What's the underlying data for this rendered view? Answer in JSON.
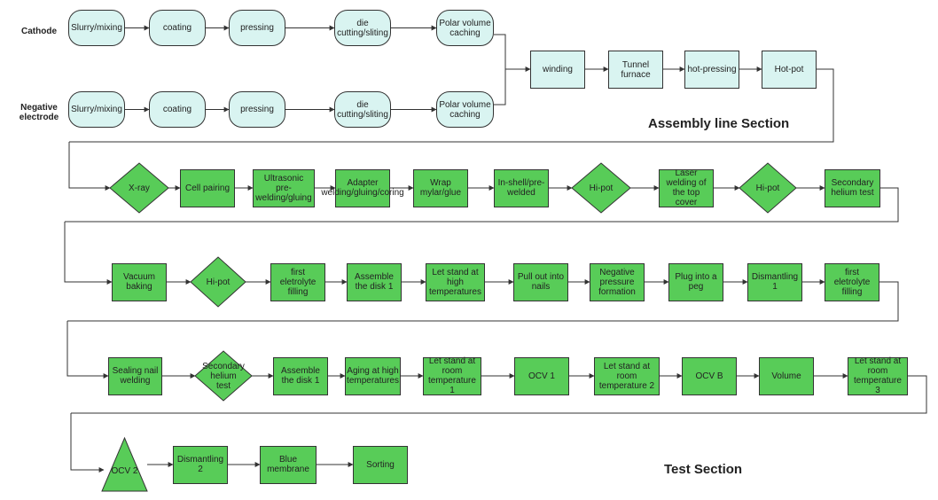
{
  "labels": {
    "cathode": "Cathode",
    "negative": "Negative electrode",
    "assembly_section": "Assembly line Section",
    "test_section": "Test Section"
  },
  "cathode_row": [
    "Slurry/mixing",
    "coating",
    "pressing",
    "die cutting/sliting",
    "Polar volume caching"
  ],
  "negative_row": [
    "Slurry/mixing",
    "coating",
    "pressing",
    "die cutting/sliting",
    "Polar volume caching"
  ],
  "assembly_row": [
    "winding",
    "Tunnel furnace",
    "hot-pressing",
    "Hot-pot"
  ],
  "row3": [
    "X-ray",
    "Cell pairing",
    "Ultrasonic pre-welding/gluing",
    "Adapter welding/gluing/coring",
    "Wrap mylar/glue",
    "In-shell/pre-welded",
    "Hi-pot",
    "Laser welding of the top cover",
    "Hi-pot",
    "Secondary helium test"
  ],
  "row4": [
    "Vacuum baking",
    "Hi-pot",
    "first eletrolyte filling",
    "Assemble the disk 1",
    "Let stand at high temperatures",
    "Pull out into nails",
    "Negative pressure formation",
    "Plug into a peg",
    "Dismantling 1",
    "first eletrolyte filling"
  ],
  "row5": [
    "Sealing nail welding",
    "Secondary helium test",
    "Assemble the disk 1",
    "Aging at high temperatures",
    "Let stand at room temperature 1",
    "OCV 1",
    "Let stand at room temperature 2",
    "OCV B",
    "Volume",
    "Let stand at room temperature 3"
  ],
  "row6": [
    "OCV 2",
    "Dismantling 2",
    "Blue membrane",
    "Sorting"
  ],
  "colors": {
    "green": "#58cc58",
    "pale": "#d9f4f1",
    "stroke": "#333333"
  }
}
